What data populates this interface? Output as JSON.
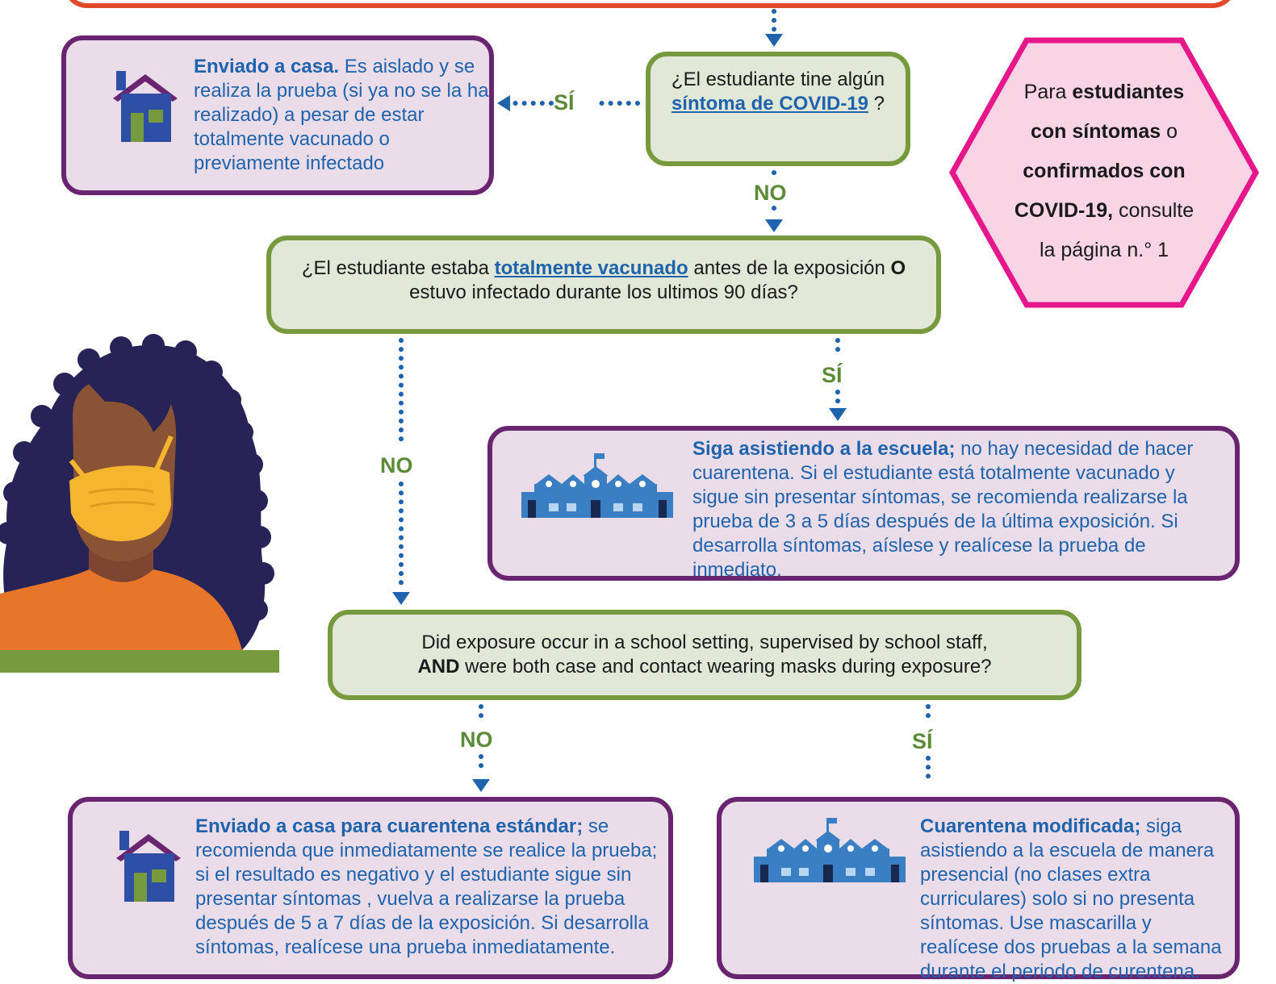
{
  "colors": {
    "green_border": "#789a3f",
    "green_fill": "#e1e8d7",
    "purple_border": "#6a2571",
    "purple_fill": "#eadde9",
    "blue_text": "#1f63ad",
    "orange_top": "#e0492a",
    "pink_border": "#e6168b",
    "pink_fill": "#f8d4e5",
    "label_green": "#5c8b38"
  },
  "q1": {
    "pre": "¿El estudiante tine algún ",
    "link": "síntoma de COVID-19",
    "post": " ?"
  },
  "home1": {
    "bold": "Enviado a casa.",
    "rest": " Es aislado y se realiza la prueba (si ya no se la ha realizado) a pesar de estar totalmente vacunado o previamente infectado"
  },
  "hexagon": {
    "p1": "Para ",
    "b1": "estudiantes con síntomas",
    "p2": " o ",
    "b2": "confirmados con COVID-19,",
    "p3": " consulte la página n.° 1"
  },
  "q2": {
    "pre": "¿El estudiante estaba ",
    "link": "totalmente vacunado",
    "mid": " antes de la exposición ",
    "bold": "O",
    "post": " estuvo infectado durante los ultimos 90 días?"
  },
  "school1": {
    "bold": "Siga asistiendo a la escuela;",
    "rest": " no hay necesidad de hacer cuarentena. Si el estudiante está totalmente vacunado y sigue sin presentar síntomas, se recomienda realizarse la prueba de 3 a 5 días después de la última exposición.  Si desarrolla síntomas, aíslese y realícese la prueba de inmediato."
  },
  "q3": {
    "line1": "Did exposure occur in a school setting, supervised by school staff,",
    "bold": "AND",
    "line2": " were both case and contact wearing masks during exposure?"
  },
  "home2": {
    "bold": "Enviado a casa para cuarentena estándar;",
    "rest": " se recomienda que inmediatamente se realice la prueba; si el  resultado es negativo y el estudiante sigue sin presentar síntomas , vuelva a realizarse la prueba después de 5 a 7 días de la exposición.  Si desarrolla síntomas, realícese una prueba inmediatamente."
  },
  "school2": {
    "bold": "Cuarentena modificada;",
    "rest": " siga asistiendo a la escuela de manera presencial (no clases extra curriculares) solo si no presenta síntomas. Use mascarilla y realícese dos pruebas a la semana durante el periodo de curentena."
  },
  "labels": {
    "yes": "SÍ",
    "no": "NO"
  }
}
